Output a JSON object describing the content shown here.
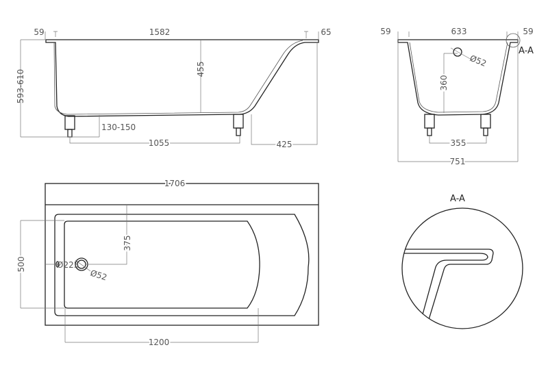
{
  "side_view": {
    "rim_left": "59",
    "length_inner": "1582",
    "rim_right": "65",
    "total_height": "593-610",
    "depth": "455",
    "leg_height": "130-150",
    "leg_spacing": "1055",
    "end_offset": "425"
  },
  "front_view": {
    "rim_left": "59",
    "width_inner": "633",
    "rim_right": "59",
    "section_label": "A-A",
    "overflow_diameter": "Ø52",
    "overflow_height": "360",
    "leg_spacing": "355",
    "total_width": "751"
  },
  "plan_view": {
    "total_length": "1706",
    "width": "500",
    "drain_offset": "375",
    "drain_small_diameter": "Ø225",
    "drain_diameter": "Ø52",
    "bottom_length": "1200"
  },
  "detail": {
    "title": "A-A"
  }
}
